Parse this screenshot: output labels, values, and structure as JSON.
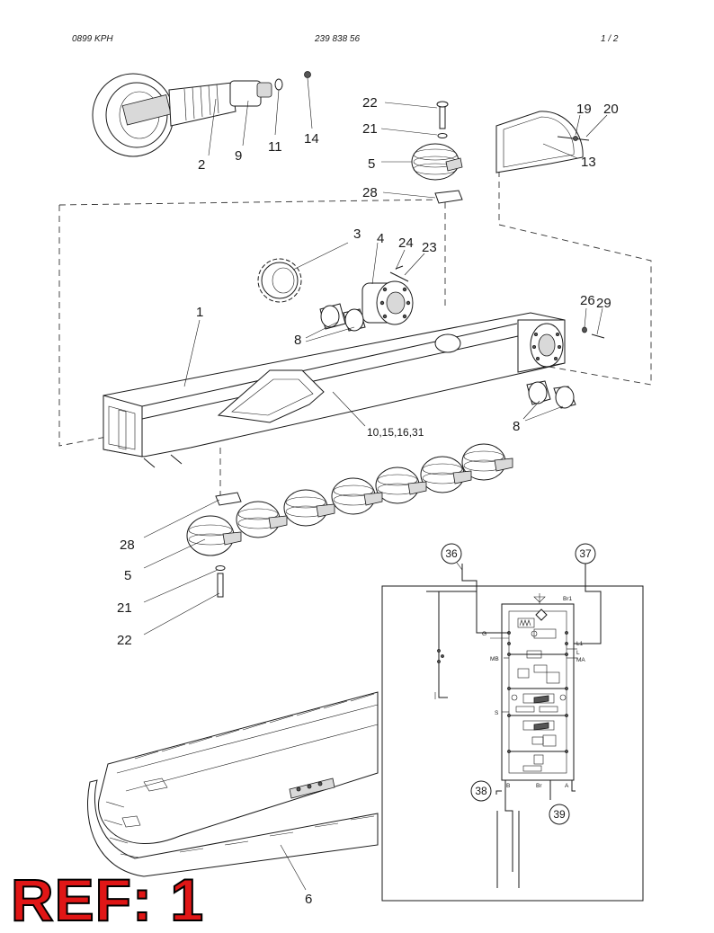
{
  "header": {
    "left": "0899 KPH",
    "center": "239 838 56",
    "page": "1 / 2"
  },
  "stamp": {
    "text": "REF: 1",
    "color": "#e01616"
  },
  "callouts": {
    "c1": "1",
    "c2": "2",
    "c3": "3",
    "c4": "4",
    "c5a": "5",
    "c5b": "5",
    "c6": "6",
    "c8a": "8",
    "c8b": "8",
    "c9": "9",
    "c11": "11",
    "c13": "13",
    "c14": "14",
    "c19": "19",
    "c20": "20",
    "c21a": "21",
    "c21b": "21",
    "c22a": "22",
    "c22b": "22",
    "c23": "23",
    "c24": "24",
    "c26": "26",
    "c28a": "28",
    "c28b": "28",
    "c29": "29",
    "c_multi": "10,15,16,31"
  },
  "circled": {
    "c36": "36",
    "c37": "37",
    "c38": "38",
    "c39": "39"
  },
  "schematic_ports": {
    "br_top": "Br1",
    "g": "G",
    "l1": "L1",
    "l": "L",
    "mb": "MB",
    "ma": "MA",
    "s": "S",
    "b": "B",
    "br_bottom": "Br",
    "a": "A"
  }
}
